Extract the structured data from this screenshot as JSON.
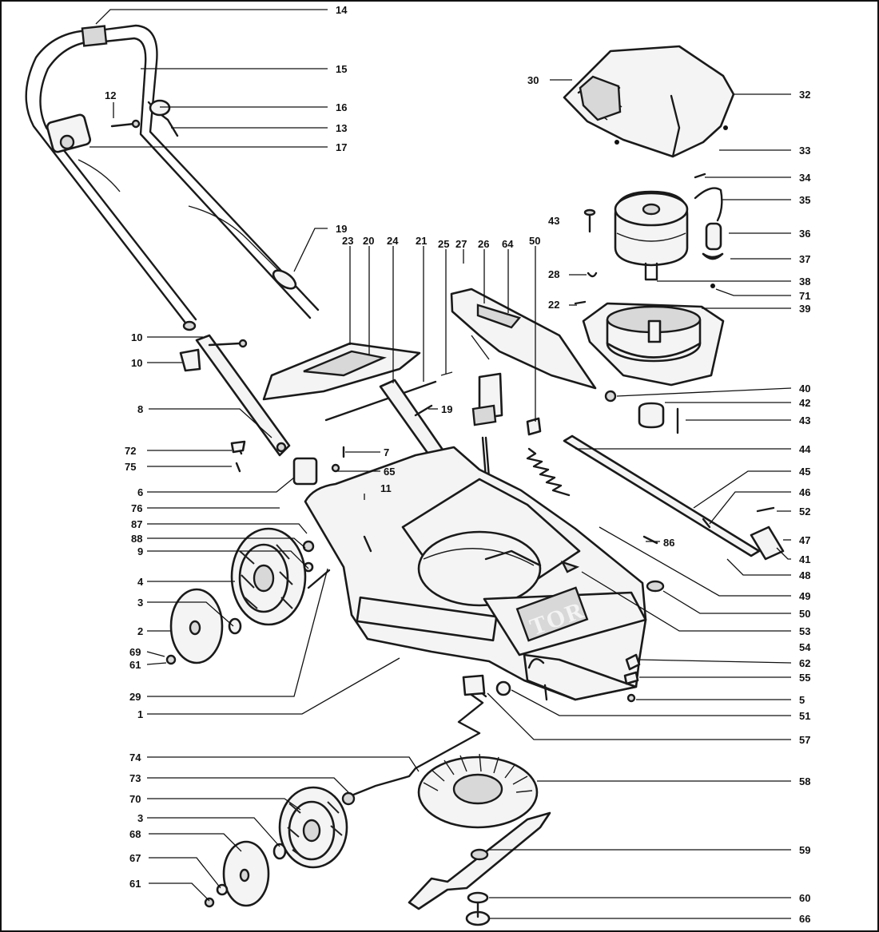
{
  "brand": {
    "logo_text": "TORO"
  },
  "callouts": [
    {
      "id": "c14",
      "text": "14"
    },
    {
      "id": "c15",
      "text": "15"
    },
    {
      "id": "c16",
      "text": "16"
    },
    {
      "id": "c13",
      "text": "13"
    },
    {
      "id": "c17",
      "text": "17"
    },
    {
      "id": "c12",
      "text": "12"
    },
    {
      "id": "c19a",
      "text": "19"
    },
    {
      "id": "c30",
      "text": "30"
    },
    {
      "id": "c32",
      "text": "32"
    },
    {
      "id": "c33",
      "text": "33"
    },
    {
      "id": "c34",
      "text": "34"
    },
    {
      "id": "c35",
      "text": "35"
    },
    {
      "id": "c43a",
      "text": "43"
    },
    {
      "id": "c36",
      "text": "36"
    },
    {
      "id": "c37",
      "text": "37"
    },
    {
      "id": "c28",
      "text": "28"
    },
    {
      "id": "c38",
      "text": "38"
    },
    {
      "id": "c71",
      "text": "71"
    },
    {
      "id": "c22",
      "text": "22"
    },
    {
      "id": "c39",
      "text": "39"
    },
    {
      "id": "c23",
      "text": "23"
    },
    {
      "id": "c20",
      "text": "20"
    },
    {
      "id": "c24",
      "text": "24"
    },
    {
      "id": "c21",
      "text": "21"
    },
    {
      "id": "c25",
      "text": "25"
    },
    {
      "id": "c27",
      "text": "27"
    },
    {
      "id": "c26",
      "text": "26"
    },
    {
      "id": "c64",
      "text": "64"
    },
    {
      "id": "c50a",
      "text": "50"
    },
    {
      "id": "c10a",
      "text": "10"
    },
    {
      "id": "c10b",
      "text": "10"
    },
    {
      "id": "c8",
      "text": "8"
    },
    {
      "id": "c19b",
      "text": "19"
    },
    {
      "id": "c40",
      "text": "40"
    },
    {
      "id": "c42",
      "text": "42"
    },
    {
      "id": "c43b",
      "text": "43"
    },
    {
      "id": "c44",
      "text": "44"
    },
    {
      "id": "c72",
      "text": "72"
    },
    {
      "id": "c75",
      "text": "75"
    },
    {
      "id": "c7",
      "text": "7"
    },
    {
      "id": "c65",
      "text": "65"
    },
    {
      "id": "c45",
      "text": "45"
    },
    {
      "id": "c6",
      "text": "6"
    },
    {
      "id": "c11",
      "text": "11"
    },
    {
      "id": "c46",
      "text": "46"
    },
    {
      "id": "c52",
      "text": "52"
    },
    {
      "id": "c76",
      "text": "76"
    },
    {
      "id": "c47",
      "text": "47"
    },
    {
      "id": "c87",
      "text": "87"
    },
    {
      "id": "c86",
      "text": "86"
    },
    {
      "id": "c41",
      "text": "41"
    },
    {
      "id": "c88",
      "text": "88"
    },
    {
      "id": "c9",
      "text": "9"
    },
    {
      "id": "c48",
      "text": "48"
    },
    {
      "id": "c4",
      "text": "4"
    },
    {
      "id": "c49",
      "text": "49"
    },
    {
      "id": "c3a",
      "text": "3"
    },
    {
      "id": "c50b",
      "text": "50"
    },
    {
      "id": "c2",
      "text": "2"
    },
    {
      "id": "c53",
      "text": "53"
    },
    {
      "id": "c69",
      "text": "69"
    },
    {
      "id": "c54",
      "text": "54"
    },
    {
      "id": "c61a",
      "text": "61"
    },
    {
      "id": "c62",
      "text": "62"
    },
    {
      "id": "c55",
      "text": "55"
    },
    {
      "id": "c29",
      "text": "29"
    },
    {
      "id": "c5",
      "text": "5"
    },
    {
      "id": "c1",
      "text": "1"
    },
    {
      "id": "c51",
      "text": "51"
    },
    {
      "id": "c57",
      "text": "57"
    },
    {
      "id": "c74",
      "text": "74"
    },
    {
      "id": "c58",
      "text": "58"
    },
    {
      "id": "c73",
      "text": "73"
    },
    {
      "id": "c70",
      "text": "70"
    },
    {
      "id": "c3b",
      "text": "3"
    },
    {
      "id": "c68",
      "text": "68"
    },
    {
      "id": "c59",
      "text": "59"
    },
    {
      "id": "c67",
      "text": "67"
    },
    {
      "id": "c61b",
      "text": "61"
    },
    {
      "id": "c60",
      "text": "60"
    },
    {
      "id": "c66",
      "text": "66"
    }
  ]
}
